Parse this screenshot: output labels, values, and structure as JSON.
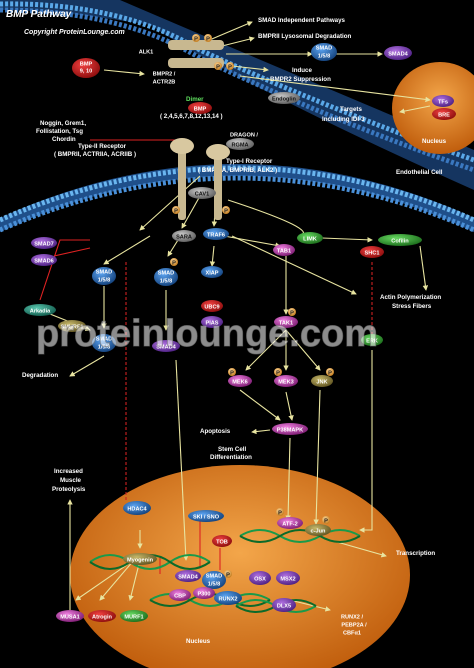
{
  "header": {
    "title": "BMP Pathway",
    "copyright": "Copyright ProteinLounge.com"
  },
  "watermark": "proteinlounge.com",
  "colors": {
    "background": "#000000",
    "membrane": "#3a78c0",
    "nucleus": "#e07a18",
    "arrow": "#e8e4a0",
    "inhibit": "#d22222"
  },
  "labels": {
    "smad_indep": "SMAD Independent Pathways",
    "bmprii_lyso": "BMPRII Lysosomal Degradation",
    "induce": "Induce",
    "bmpr2_supp": "BMPR2 Suppression",
    "targets": "Targets",
    "including_idi3": "Including IDI-3",
    "nucleus_top": "Nucleus",
    "endothelial": "Endothelial Cell",
    "dimer": "Dimer",
    "bmp_nums": "( 2,4,5,6,7,8,12,13,14 )",
    "antagonists1": "Noggin, Grem1,",
    "antagonists2": "Follistation, Tsg",
    "antagonists3": "Chordin",
    "type2_1": "Type-II Receptor",
    "type2_2": "( BMPRII, ACTRIIA, ACRIIB )",
    "type1_1": "Type-I Receptor",
    "type1_2": "( BMPRIA, BMPRIB, ALK2 )",
    "actin1": "Actin Polymerization",
    "actin2": "Stress Fibers",
    "degradation": "Degradation",
    "apoptosis": "Apoptosis",
    "stemcell1": "Stem Cell",
    "stemcell2": "Differentiation",
    "increased1": "Increased",
    "increased2": "Muscle",
    "increased3": "Proteolysis",
    "transcription": "Transcription",
    "nucleus_bottom": "Nucleus"
  },
  "nodes": {
    "alk1": "ALK1",
    "bmp_910_a": "BMP",
    "bmp_910_b": "9, 10",
    "bmpr2_a": "BMPR2 /",
    "bmpr2_b": "ACTR2B",
    "smad158_top_a": "SMAD",
    "smad158_top_b": "1/5/8",
    "smad4_top": "SMAD4",
    "endoglin": "Endoglin",
    "tfs": "TFs",
    "bre": "BRE",
    "bmp_center": "BMP",
    "dragon_a": "DRAGON /",
    "dragon_b": "RGMA",
    "cav1": "CAV1",
    "sara": "SARA",
    "traf6": "TRAF6",
    "limk": "LIMK",
    "cofilin": "Cofilin",
    "smad7": "SMAD7",
    "smad6": "SMAD6",
    "smad158_l_a": "SMAD",
    "smad158_l_b": "1/5/8",
    "smad158_c_a": "SMAD",
    "smad158_c_b": "1/5/8",
    "xiap": "XIAP",
    "tab1": "TAB1",
    "shc1": "SHC1",
    "arkadia": "Arkadia",
    "smurf1": "SMURF1",
    "smad158_d_a": "SMAD",
    "smad158_d_b": "1/5/8",
    "ubc9": "UBC9",
    "pias": "PIAS",
    "smad4_mid": "SMAD4",
    "tak1": "TAK1",
    "erk": "ERK",
    "mek6": "MEK6",
    "mek3": "MEK3",
    "jnk": "JNK",
    "p38": "P38MAPK",
    "hdac4": "HDAC4",
    "skisno": "SKI / SNO",
    "tob": "TOB",
    "atf2": "ATF-2",
    "cjun": "c-Jun",
    "myogenin": "Myogenin",
    "smad4_nuc": "SMAD4",
    "smad158_nuc_a": "SMAD",
    "smad158_nuc_b": "1/5/8",
    "osx": "OSX",
    "msx2": "MSX2",
    "cbp": "CBP",
    "p300": "P300",
    "runx2": "RUNX2",
    "dlx5": "DLX5",
    "musa1": "MUSA1",
    "atrogin": "Atrogin",
    "murf1": "MURF1",
    "runx2_out_a": "RUNX2 /",
    "runx2_out_b": "PEBP2A /",
    "runx2_out_c": "CBFα1",
    "p": "P"
  }
}
